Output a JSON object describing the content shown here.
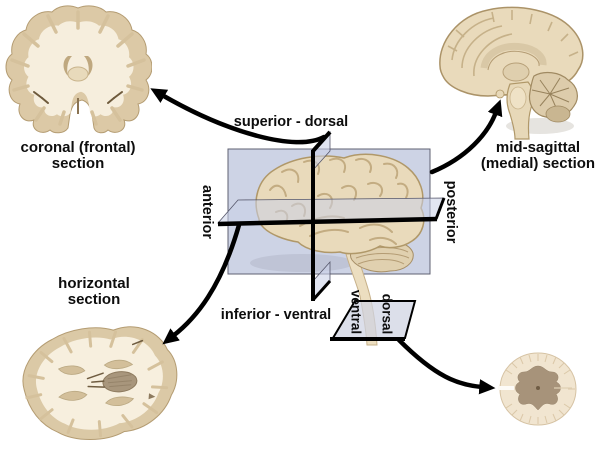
{
  "diagram": {
    "description": "Brain anatomical planes and sections diagram",
    "labels": {
      "superior_dorsal": "superior - dorsal",
      "inferior_ventral": "inferior - ventral",
      "anterior": "anterior",
      "posterior": "posterior",
      "ventral": "ventral",
      "dorsal": "dorsal"
    },
    "sections": {
      "coronal_line1": "coronal (frontal)",
      "coronal_line2": "section",
      "midsagittal_line1": "mid-sagittal",
      "midsagittal_line2": "(medial) section",
      "horizontal_line1": "horizontal",
      "horizontal_line2": "section"
    },
    "colors": {
      "background": "#ffffff",
      "plane_fill": "#cdd3e5",
      "plane_tint": "rgba(203,210,232,0.55)",
      "brain_tan": "#e9dabb",
      "cortex_tan": "#dbc9a6",
      "inner_cream": "#f6eedd",
      "gray_matter": "#a8947a",
      "outline_brown": "#b09869",
      "arrow_black": "#000000",
      "text_black": "#0d0d0d"
    }
  }
}
